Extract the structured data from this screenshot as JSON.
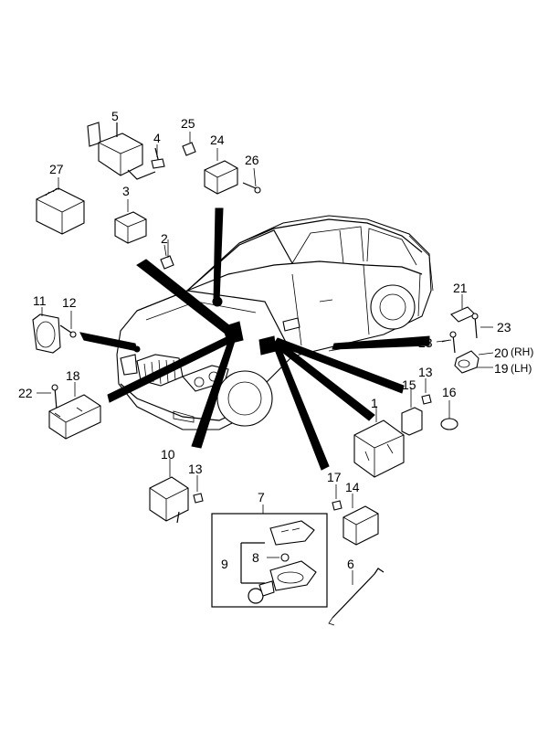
{
  "callouts": [
    {
      "id": "c5",
      "text": "5"
    },
    {
      "id": "c4",
      "text": "4"
    },
    {
      "id": "c25",
      "text": "25"
    },
    {
      "id": "c24",
      "text": "24"
    },
    {
      "id": "c26",
      "text": "26"
    },
    {
      "id": "c27",
      "text": "27"
    },
    {
      "id": "c3",
      "text": "3"
    },
    {
      "id": "c2",
      "text": "2"
    },
    {
      "id": "c11",
      "text": "11"
    },
    {
      "id": "c12",
      "text": "12"
    },
    {
      "id": "c21",
      "text": "21"
    },
    {
      "id": "c23a",
      "text": "23"
    },
    {
      "id": "c23b",
      "text": "23"
    },
    {
      "id": "c20",
      "text": "20"
    },
    {
      "id": "c20s",
      "text": "(RH)"
    },
    {
      "id": "c19",
      "text": "19"
    },
    {
      "id": "c19s",
      "text": "(LH)"
    },
    {
      "id": "c22",
      "text": "22"
    },
    {
      "id": "c18",
      "text": "18"
    },
    {
      "id": "c13a",
      "text": "13"
    },
    {
      "id": "c15",
      "text": "15"
    },
    {
      "id": "c16",
      "text": "16"
    },
    {
      "id": "c1",
      "text": "1"
    },
    {
      "id": "c10",
      "text": "10"
    },
    {
      "id": "c13b",
      "text": "13"
    },
    {
      "id": "c17",
      "text": "17"
    },
    {
      "id": "c14",
      "text": "14"
    },
    {
      "id": "c7",
      "text": "7"
    },
    {
      "id": "c8",
      "text": "8"
    },
    {
      "id": "c9",
      "text": "9"
    },
    {
      "id": "c6",
      "text": "6"
    }
  ]
}
